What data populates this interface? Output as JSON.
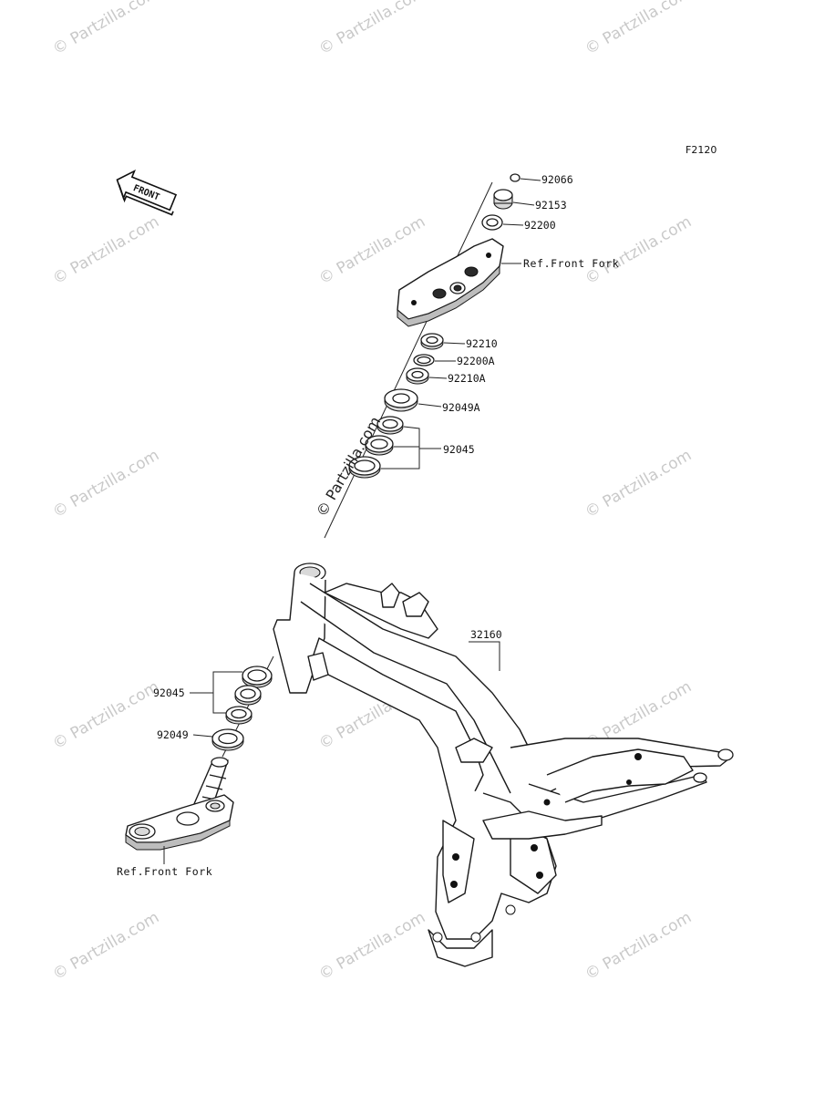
{
  "figure_code": "F2120",
  "front_arrow": {
    "label": "FRONT",
    "icon": "front-arrow-icon"
  },
  "watermark": {
    "text": "© Partzilla.com",
    "center_text": "© Partzilla.com",
    "color": "#c9c9c9"
  },
  "parts": [
    {
      "id": "92066",
      "label": "92066"
    },
    {
      "id": "92153",
      "label": "92153"
    },
    {
      "id": "92200",
      "label": "92200"
    },
    {
      "id": "ref_top",
      "label": "Ref.Front Fork"
    },
    {
      "id": "92210",
      "label": "92210"
    },
    {
      "id": "92200A",
      "label": "92200A"
    },
    {
      "id": "92210A",
      "label": "92210A"
    },
    {
      "id": "92049A",
      "label": "92049A"
    },
    {
      "id": "92045_upper",
      "label": "92045"
    },
    {
      "id": "32160",
      "label": "32160"
    },
    {
      "id": "92045_lower",
      "label": "92045"
    },
    {
      "id": "92049",
      "label": "92049"
    },
    {
      "id": "ref_bottom",
      "label": "Ref.Front Fork"
    }
  ]
}
